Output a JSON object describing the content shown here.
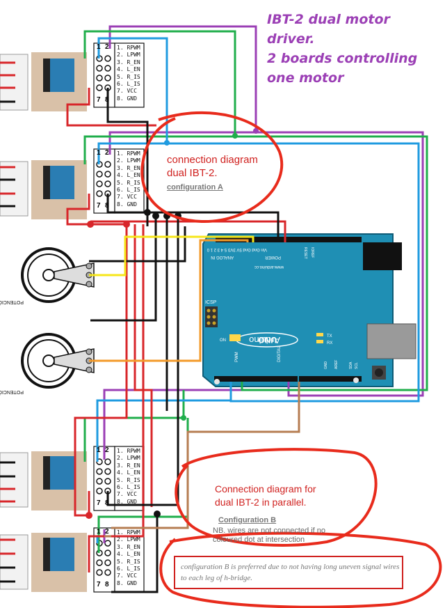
{
  "title": {
    "line1": "IBT-2 dual motor",
    "line2": "driver.",
    "line3": "2 boards controlling",
    "line4": "one motor"
  },
  "config_a": {
    "line1": "connection diagram",
    "line2": "dual IBT-2.",
    "sub": "configuration A"
  },
  "config_b": {
    "line1": "Connection diagram for",
    "line2": "dual IBT-2 in parallel.",
    "sub": "Configuration B",
    "note": "NB. wires are not connected if no coloured dot at intersection"
  },
  "preference_note": "configuration B is preferred due to not having long uneven signal wires to each leg of h-bridge.",
  "driver_pins": [
    "1. RPWM",
    "2. LPWM",
    "3. R_EN",
    "4. L_EN",
    "5. R_IS",
    "6. L_IS",
    "7. VCC",
    "8. GND"
  ],
  "header_numbers": {
    "top_left": "1",
    "top_right": "2",
    "bottom_left": "7",
    "bottom_right": "8"
  },
  "potentiometer_label": "POTENCIÓMETRO LINEAR",
  "arduino": {
    "brand": "Arduino",
    "model": "UNO",
    "site": "www.arduino.cc",
    "icsp": "ICSP",
    "on": "ON",
    "tx": "TX",
    "rx": "RX",
    "l": "L",
    "analog_in": "ANALOG IN",
    "power": "POWER",
    "digital": "DIGITAL",
    "pwm": "PWM",
    "aref": "AREF",
    "gnd": "GND",
    "ioref": "IOREF",
    "reset": "RESET",
    "v33": "3V3",
    "v5": "5V",
    "vin": "Vin",
    "scl": "SCL",
    "sda": "SDA",
    "analog_pins": "5 4 3 2 1 0",
    "power_pins": "Vin Gnd Gnd 5V 3V3"
  },
  "colors": {
    "title": "#9b3fb5",
    "annotation": "#d0211f",
    "wire_blue": "#1f9be0",
    "wire_green": "#1fae4b",
    "wire_purple": "#9b3fb5",
    "wire_red": "#d8262a",
    "wire_black": "#111111",
    "wire_yellow": "#f6e619",
    "wire_orange": "#f39a2a",
    "wire_brown": "#b67d52",
    "board": "#1f8fb4"
  }
}
